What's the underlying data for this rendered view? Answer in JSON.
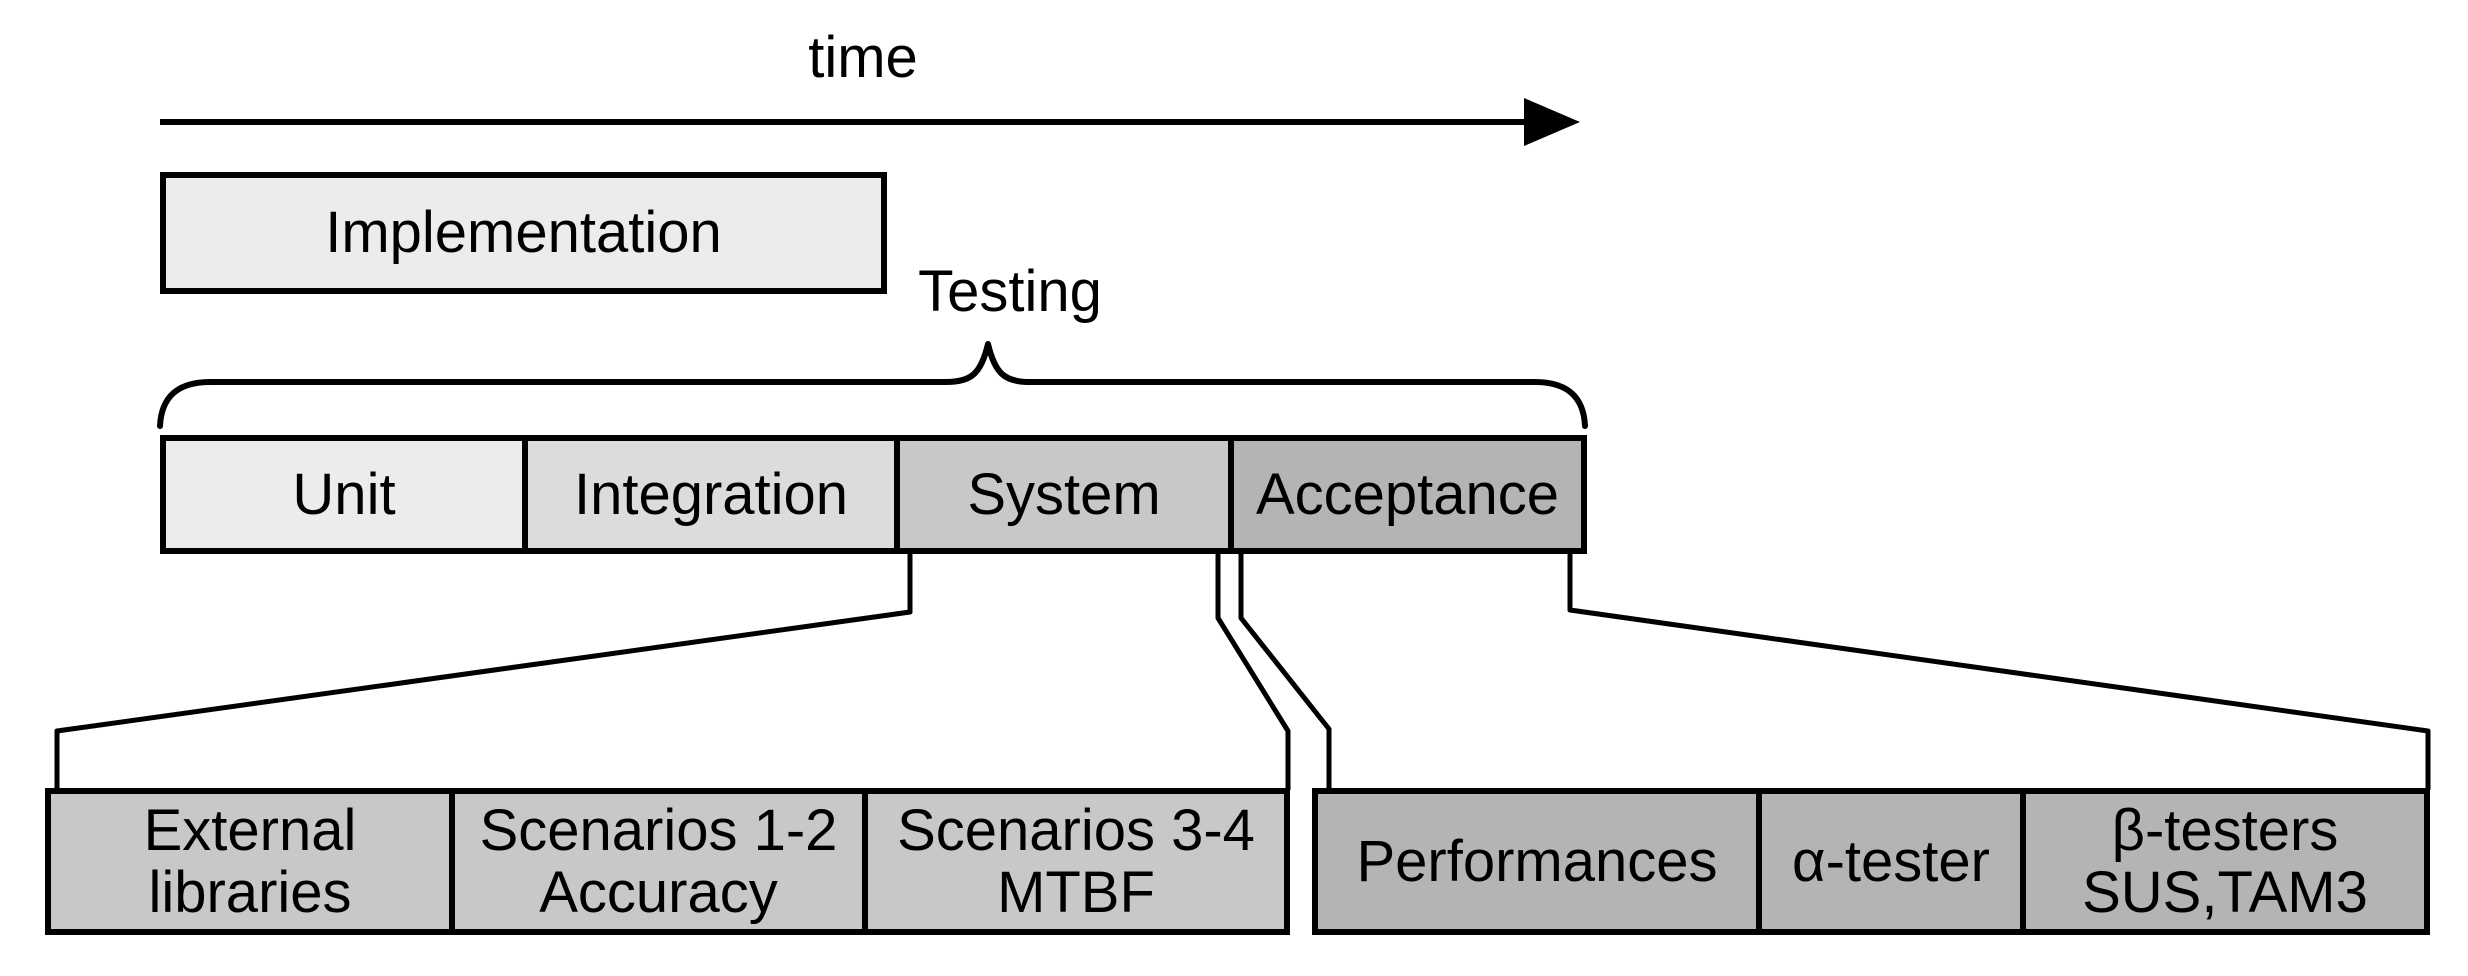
{
  "diagram": {
    "time_label": "time",
    "testing_label": "Testing",
    "implementation": {
      "label": "Implementation"
    },
    "testing_phases": [
      {
        "label": "Unit"
      },
      {
        "label": "Integration"
      },
      {
        "label": "System"
      },
      {
        "label": "Acceptance"
      }
    ],
    "system_details": [
      {
        "line1": "External",
        "line2": "libraries"
      },
      {
        "line1": "Scenarios 1-2",
        "line2": "Accuracy"
      },
      {
        "line1": "Scenarios 3-4",
        "line2": "MTBF"
      }
    ],
    "acceptance_details": [
      {
        "line1": "Performances",
        "line2": ""
      },
      {
        "line1": "α-tester",
        "line2": ""
      },
      {
        "line1": "β-testers",
        "line2": "SUS,TAM3"
      }
    ],
    "colors": {
      "background": "#ffffff",
      "line": "#000000",
      "box_light": "#ececec",
      "box_medium_light": "#dcdcdc",
      "box_medium": "#c8c8c8",
      "box_dark": "#b4b4b4"
    }
  }
}
